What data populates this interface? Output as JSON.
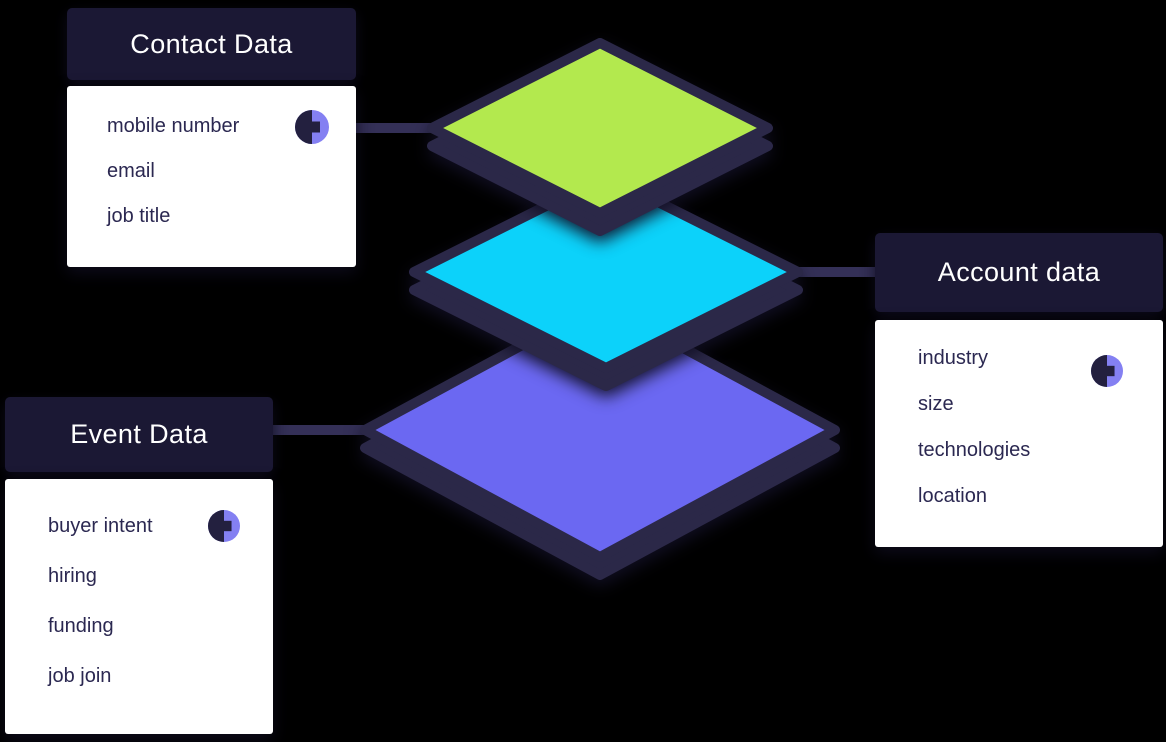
{
  "diagram": {
    "background_color": "#000000",
    "outline_color": "#2b2848",
    "connector_color": "#343057",
    "layers": [
      {
        "label": "contact-layer",
        "color": "#b3e94e"
      },
      {
        "label": "account-layer",
        "color": "#0cd2fa"
      },
      {
        "label": "event-layer",
        "color": "#6b68f2"
      }
    ]
  },
  "icon": {
    "name": "split-circle-icon",
    "dark": "#23203f",
    "light": "#8480f2"
  },
  "cards": {
    "contact": {
      "title": "Contact Data",
      "items": [
        "mobile number",
        "email",
        "job title"
      ]
    },
    "account": {
      "title": "Account data",
      "items": [
        "industry",
        "size",
        "technologies",
        "location"
      ]
    },
    "event": {
      "title": "Event Data",
      "items": [
        "buyer intent",
        "hiring",
        "funding",
        "job join"
      ]
    }
  }
}
